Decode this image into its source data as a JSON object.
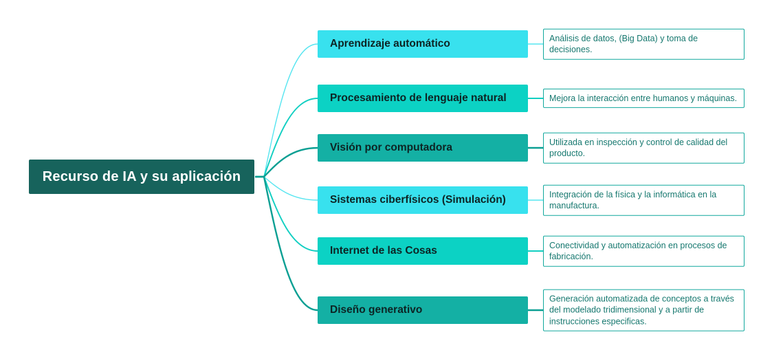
{
  "diagram": {
    "type": "mindmap",
    "root": {
      "label": "Recurso de IA y su aplicación",
      "bg_color": "#17635c",
      "text_color": "#ffffff"
    },
    "branches": [
      {
        "label": "Aprendizaje automático",
        "box_color": "#38e1ee",
        "line_color": "#55e5f0",
        "description": "Análisis de datos, (Big Data) y toma de decisiones."
      },
      {
        "label": "Procesamiento de lenguaje natural",
        "box_color": "#0cd2c4",
        "line_color": "#12cfc2",
        "description": "Mejora la interacción entre humanos y máquinas."
      },
      {
        "label": "Visión por computadora",
        "box_color": "#14b0a4",
        "line_color": "#0b9f93",
        "description": "Utilizada en inspección y control de calidad del producto."
      },
      {
        "label": "Sistemas ciberfísicos (Simulación)",
        "box_color": "#38e1ee",
        "line_color": "#55e5f0",
        "description": "Integración de la física y la informática en la manufactura."
      },
      {
        "label": "Internet de las Cosas",
        "box_color": "#0cd2c4",
        "line_color": "#12cfc2",
        "description": "Conectividad y automatización en procesos de fabricación."
      },
      {
        "label": "Diseño generativo",
        "box_color": "#14b0a4",
        "line_color": "#0b9f93",
        "description": "Generación automatizada de conceptos a través del modelado tridimensional y a partir de instrucciones especificas."
      }
    ],
    "description_box": {
      "border_color": "#12a89d",
      "text_color": "#16786f",
      "bg_color": "#ffffff"
    }
  }
}
